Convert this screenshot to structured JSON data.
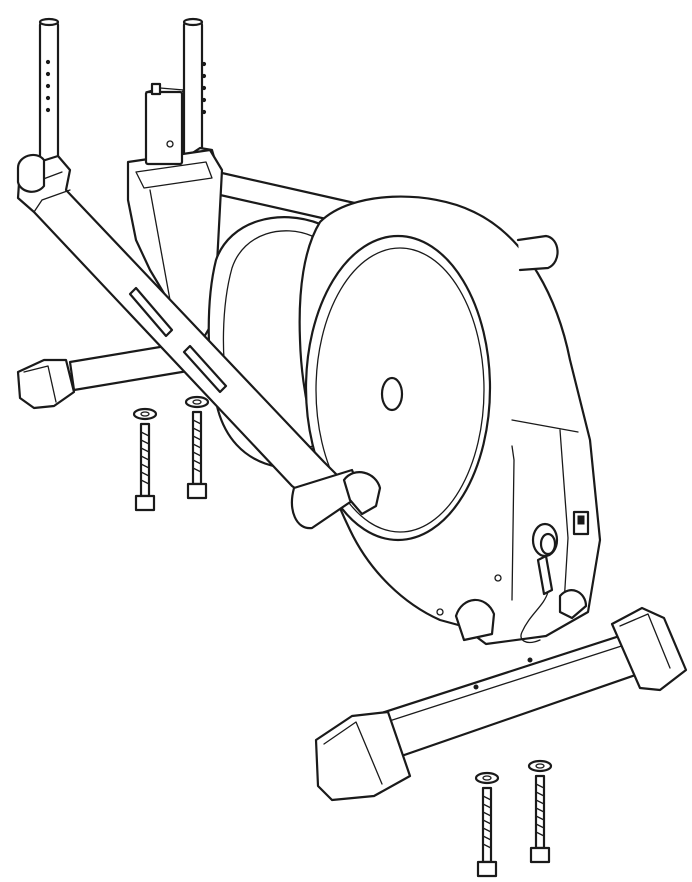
{
  "diagram": {
    "colors": {
      "line": "#1a1a1a",
      "background": "#ffffff"
    },
    "parts": [
      {
        "name": "upright-post-left",
        "icon": "tube"
      },
      {
        "name": "upright-post-right",
        "icon": "tube"
      },
      {
        "name": "center-mast",
        "icon": "tube"
      },
      {
        "name": "main-frame-rail",
        "icon": "beam"
      },
      {
        "name": "rear-stabilizer",
        "icon": "foot"
      },
      {
        "name": "front-stabilizer",
        "icon": "foot"
      },
      {
        "name": "flywheel-housing",
        "icon": "disc"
      },
      {
        "name": "power-jack",
        "icon": "socket"
      },
      {
        "name": "power-switch",
        "icon": "switch"
      },
      {
        "name": "bolt-with-washer",
        "icon": "bolt",
        "count": 4
      }
    ]
  }
}
